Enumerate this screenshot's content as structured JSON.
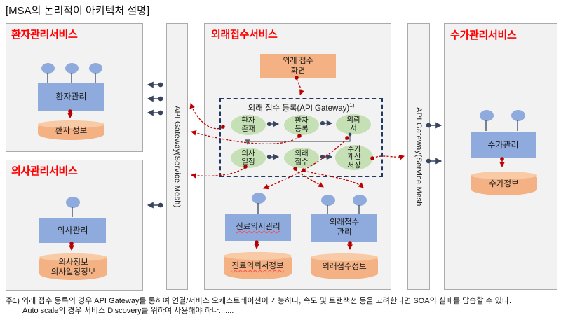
{
  "page_title": "[MSA의 논리적이 아키텍처 설명]",
  "colors": {
    "accent_blue": "#8FAADC",
    "accent_orange": "#F4B183",
    "accent_green": "#C5E0B4",
    "service_title_red": "#FF0000",
    "connector_red": "#C00000",
    "connector_dark": "#39455F",
    "box_background": "#F2F2F2",
    "dashed_border_navy": "#1F3864"
  },
  "gateways": {
    "left_label": "API Gateway(Service Mesh)",
    "right_label": "API Gateway(Service Mesh"
  },
  "patient_service": {
    "title": "환자관리서비스",
    "component": "환자관리",
    "datastore": "환자 정보"
  },
  "doctor_service": {
    "title": "의사관리서비스",
    "component": "의사관리",
    "datastore_lines": [
      "의사정보",
      "의사일정정보"
    ]
  },
  "reception_service": {
    "title": "외래접수서비스",
    "screen_lines": [
      "외래 접수",
      "화면"
    ],
    "orchestration": {
      "title": "외래 접수 등록(API Gateway)",
      "footnote_ref": "1)",
      "steps": [
        [
          "환자",
          "존재"
        ],
        [
          "환자",
          "등록"
        ],
        [
          "의뢰",
          "서"
        ],
        [
          "의사",
          "일정"
        ],
        [
          "외래",
          "접수"
        ],
        [
          "수가",
          "계산",
          "저장"
        ]
      ]
    },
    "referral_component": "진료의서관리",
    "referral_datastore": "진료의뢰서정보",
    "reception_component_lines": [
      "외래접수",
      "관리"
    ],
    "reception_datastore": "외래접수정보"
  },
  "fee_service": {
    "title": "수가관리서비스",
    "component": "수가관리",
    "datastore": "수가정보"
  },
  "footnote_lines": [
    "주1) 외래 접수 등록의 경우 API Gateway를 통하여 연결/서비스 오케스트레이션이 가능하나, 속도 및 트랜잭션 등을 고려한다면 SOA의 실패를 답습할 수 있다.",
    "Auto scale의 경우 서비스 Discovery를 위하여 사용해야 하나......."
  ]
}
